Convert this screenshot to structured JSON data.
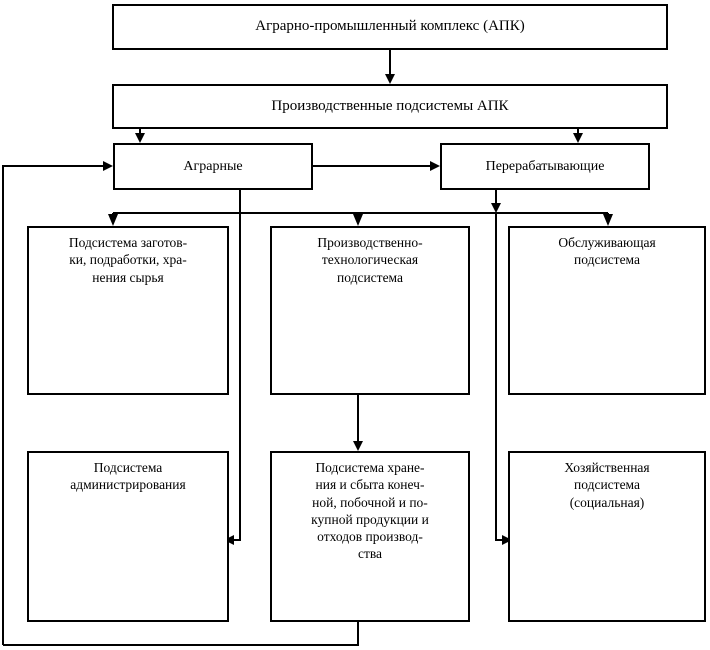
{
  "diagram": {
    "title_node": {
      "label": "Аграрно-промышленный комплекс (АПК)"
    },
    "subsystems_node": {
      "label": "Производственные подсистемы АПК"
    },
    "branch_left": {
      "label": "Аграрные"
    },
    "branch_right": {
      "label": "Перерабатывающие"
    },
    "row_middle": [
      {
        "id": "procurement",
        "label": "Подсистема заготов-\nки, подработки, хра-\nнения сырья"
      },
      {
        "id": "production-tech",
        "label": "Производственно-\nтехнологическая\nподсистема"
      },
      {
        "id": "servicing",
        "label": "Обслуживающая\nподсистема"
      }
    ],
    "row_bottom": [
      {
        "id": "administration",
        "label": "Подсистема\nадминистрирования"
      },
      {
        "id": "storage-sales",
        "label": "Подсистема хране-\nния и сбыта конеч-\nной, побочной и по-\nкупной продукции и\nотходов производ-\nства"
      },
      {
        "id": "economic-social",
        "label": "Хозяйственная\nподсистема\n(социальная)"
      }
    ],
    "colors": {
      "stroke": "#000000",
      "fill": "#ffffff"
    }
  }
}
